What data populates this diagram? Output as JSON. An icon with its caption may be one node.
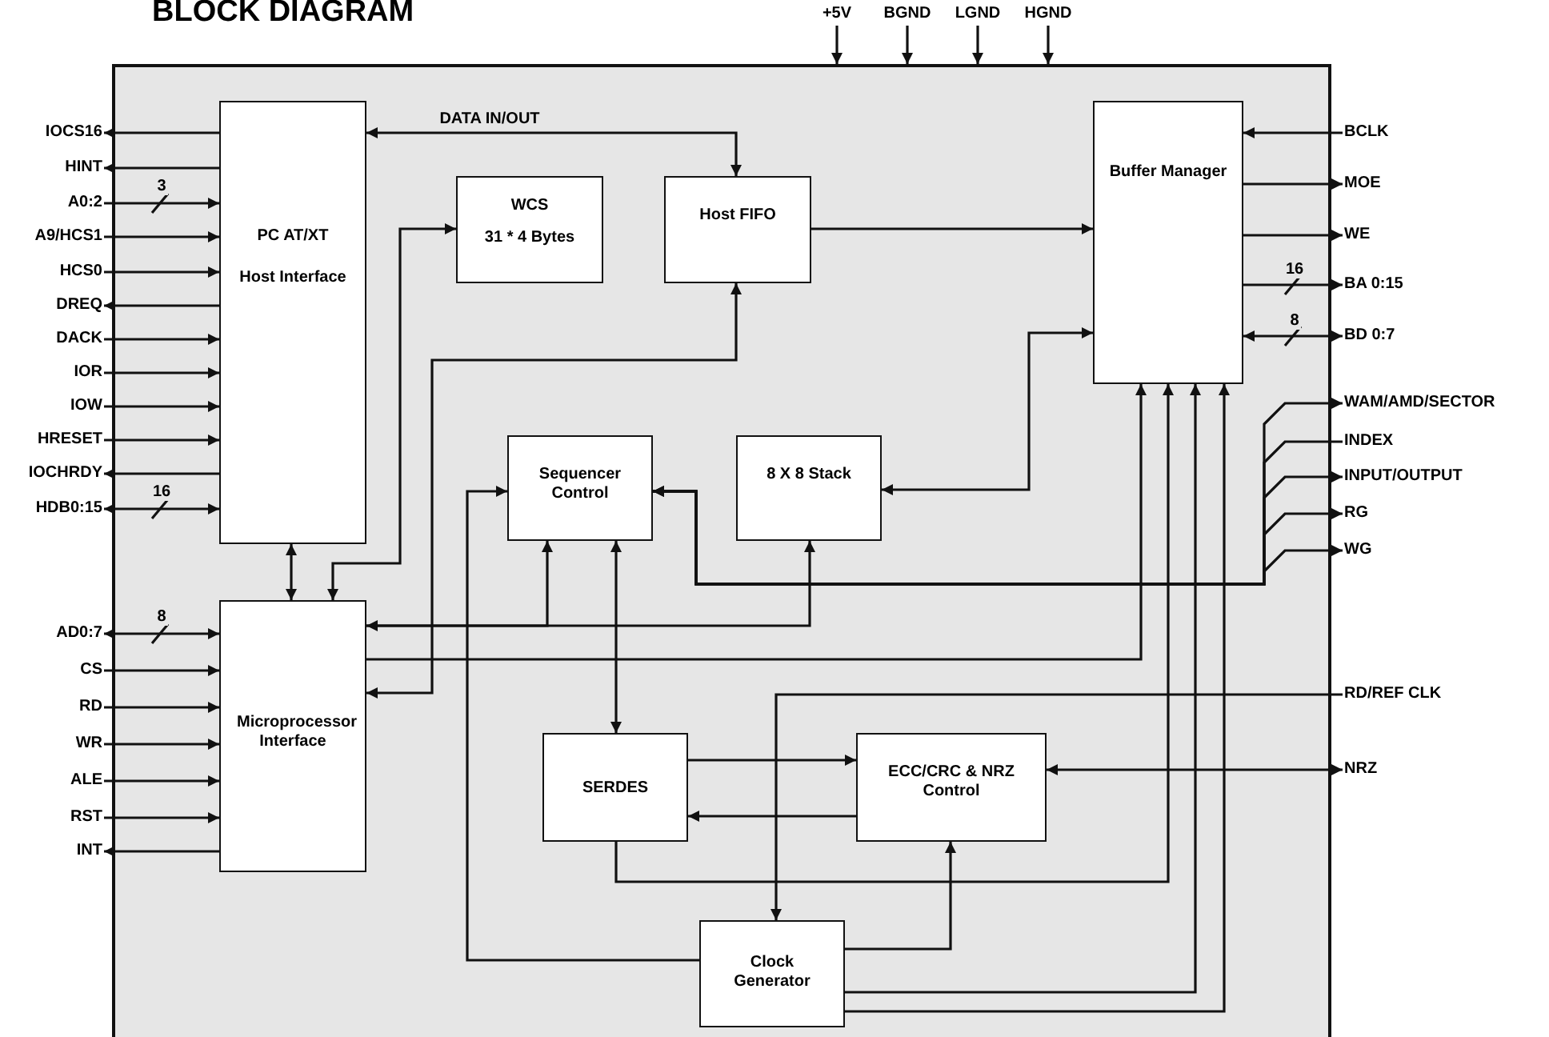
{
  "diagram": {
    "title": "BLOCK DIAGRAM",
    "nodes": [
      {
        "text": [],
        "shape": "box"
      },
      {
        "text": [
          "PC AT/XT",
          "Host Interface"
        ],
        "in": 0
      },
      {
        "text": [
          "WCS",
          "31 * 4 Bytes"
        ],
        "in": 0
      },
      {
        "text": [
          "Host FIFO"
        ],
        "in": 0
      },
      {
        "text": [
          "Buffer Manager"
        ],
        "in": 0
      },
      {
        "text": [
          "Sequencer Control"
        ],
        "in": 0
      },
      {
        "text": [
          "8 X 8 Stack"
        ],
        "in": 0
      },
      {
        "text": [
          "Microprocessor Interface"
        ],
        "in": 0
      },
      {
        "text": [
          "SERDES"
        ],
        "in": 0
      },
      {
        "text": [
          "ECC/CRC & NRZ Control"
        ],
        "in": 0
      },
      {
        "text": [
          "Clock Generator"
        ],
        "in": 0
      },
      {
        "text": [
          "IOCS16"
        ]
      },
      {
        "text": [
          "HINT"
        ]
      },
      {
        "text": [
          "A0:2"
        ]
      },
      {
        "text": [
          "A9/HCS1"
        ]
      },
      {
        "text": [
          "HCS0"
        ]
      },
      {
        "text": [
          "DREQ"
        ]
      },
      {
        "text": [
          "DACK"
        ]
      },
      {
        "text": [
          "IOR"
        ]
      },
      {
        "text": [
          "IOW"
        ]
      },
      {
        "text": [
          "HRESET"
        ]
      },
      {
        "text": [
          "IOCHRDY"
        ]
      },
      {
        "text": [
          "HDB0:15"
        ]
      },
      {
        "text": [
          "AD0:7"
        ]
      },
      {
        "text": [
          "CS"
        ]
      },
      {
        "text": [
          "RD"
        ]
      },
      {
        "text": [
          "WR"
        ]
      },
      {
        "text": [
          "ALE"
        ]
      },
      {
        "text": [
          "RST"
        ]
      },
      {
        "text": [
          "INT"
        ]
      },
      {
        "text": [
          "+5V"
        ]
      },
      {
        "text": [
          "BGND"
        ]
      },
      {
        "text": [
          "LGND"
        ]
      },
      {
        "text": [
          "HGND"
        ]
      },
      {
        "text": [
          "BCLK"
        ]
      },
      {
        "text": [
          "MOE"
        ]
      },
      {
        "text": [
          "WE"
        ]
      },
      {
        "text": [
          "BA 0:15"
        ]
      },
      {
        "text": [
          "BD 0:7"
        ]
      },
      {
        "text": [
          "WAM/AMD/SECTOR"
        ]
      },
      {
        "text": [
          "INDEX"
        ]
      },
      {
        "text": [
          "INPUT/OUTPUT"
        ]
      },
      {
        "text": [
          "RG"
        ]
      },
      {
        "text": [
          "WG"
        ]
      },
      {
        "text": [
          "RD/REF CLK"
        ]
      },
      {
        "text": [
          "NRZ"
        ]
      }
    ],
    "edges": [
      {
        "from": 1,
        "to": 11,
        "arrow": "to"
      },
      {
        "from": 1,
        "to": 12,
        "arrow": "to"
      },
      {
        "from": 13,
        "to": 1,
        "arrow": "to",
        "label": "3"
      },
      {
        "from": 14,
        "to": 1,
        "arrow": "to"
      },
      {
        "from": 15,
        "to": 1,
        "arrow": "to"
      },
      {
        "from": 1,
        "to": 16,
        "arrow": "to"
      },
      {
        "from": 17,
        "to": 1,
        "arrow": "to"
      },
      {
        "from": 18,
        "to": 1,
        "arrow": "to"
      },
      {
        "from": 19,
        "to": 1,
        "arrow": "to"
      },
      {
        "from": 20,
        "to": 1,
        "arrow": "to"
      },
      {
        "from": 1,
        "to": 21,
        "arrow": "to"
      },
      {
        "from": 22,
        "to": 1,
        "arrow": "both",
        "label": "16"
      },
      {
        "from": 23,
        "to": 7,
        "arrow": "both",
        "label": "8"
      },
      {
        "from": 24,
        "to": 7,
        "arrow": "to"
      },
      {
        "from": 25,
        "to": 7,
        "arrow": "to"
      },
      {
        "from": 26,
        "to": 7,
        "arrow": "to"
      },
      {
        "from": 27,
        "to": 7,
        "arrow": "to"
      },
      {
        "from": 28,
        "to": 7,
        "arrow": "to"
      },
      {
        "from": 7,
        "to": 29,
        "arrow": "to"
      },
      {
        "from": 30,
        "to": 0,
        "arrow": "to"
      },
      {
        "from": 31,
        "to": 0,
        "arrow": "to"
      },
      {
        "from": 32,
        "to": 0,
        "arrow": "to"
      },
      {
        "from": 33,
        "to": 0,
        "arrow": "to"
      },
      {
        "from": 1,
        "to": 3,
        "arrow": "both",
        "label": "DATA IN/OUT"
      },
      {
        "from": 1,
        "to": 7,
        "arrow": "both"
      },
      {
        "from": 7,
        "to": 2,
        "arrow": "both"
      },
      {
        "from": 7,
        "to": 3,
        "arrow": "both"
      },
      {
        "from": 3,
        "to": 4,
        "arrow": "to"
      },
      {
        "from": 6,
        "to": 4,
        "arrow": "both"
      },
      {
        "from": 7,
        "to": 5,
        "arrow": "both"
      },
      {
        "from": 7,
        "to": 6,
        "arrow": "to"
      },
      {
        "from": 7,
        "to": 4,
        "arrow": "to"
      },
      {
        "from": 5,
        "to": 8,
        "arrow": "both"
      },
      {
        "from": 10,
        "to": 5,
        "arrow": "to"
      },
      {
        "from": 8,
        "to": 9,
        "arrow": "to"
      },
      {
        "from": 9,
        "to": 8,
        "arrow": "to"
      },
      {
        "from": 8,
        "to": 4,
        "arrow": "to"
      },
      {
        "from": 10,
        "to": 9,
        "arrow": "to"
      },
      {
        "from": 10,
        "to": 4,
        "arrow": "to"
      },
      {
        "from": 10,
        "to": 4,
        "arrow": "to"
      },
      {
        "from": 34,
        "to": 4,
        "arrow": "to"
      },
      {
        "from": 4,
        "to": 35,
        "arrow": "to"
      },
      {
        "from": 4,
        "to": 36,
        "arrow": "to"
      },
      {
        "from": 4,
        "to": 37,
        "arrow": "to",
        "label": "16"
      },
      {
        "from": 4,
        "to": 38,
        "arrow": "both",
        "label": "8"
      },
      {
        "from": 5,
        "to": 39,
        "arrow": "both"
      },
      {
        "from": 40,
        "to": 5,
        "arrow": "to"
      },
      {
        "from": 5,
        "to": 41,
        "arrow": "both"
      },
      {
        "from": 5,
        "to": 42,
        "arrow": "to"
      },
      {
        "from": 5,
        "to": 43,
        "arrow": "to"
      },
      {
        "from": 44,
        "to": 10,
        "arrow": "to"
      },
      {
        "from": 45,
        "to": 9,
        "arrow": "both"
      }
    ]
  }
}
